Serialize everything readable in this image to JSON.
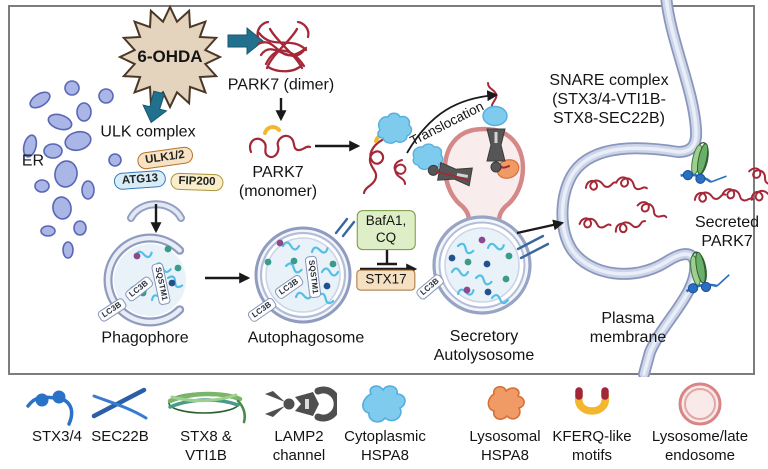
{
  "figure": {
    "type": "secretory autophagy pathway diagram",
    "palette": {
      "teal_arrow": "#20708e",
      "park7_red": "#a42837",
      "star_fill": "#e4d3bd",
      "star_stroke": "#4a3726",
      "er_blue": "#aab6e6",
      "membrane_dark": "#8a96bc",
      "membrane_light": "#ccd5e8",
      "lysosome_pink": "#d48888",
      "hspa8_blue": "#7ecbee",
      "hspa8_orange": "#f09a66",
      "kferq_yellow": "#f2b72e",
      "lamp2_gray": "#4f4f4f",
      "snare_blue": "#2a6fc0",
      "snare_green": "#7ab56a",
      "inhibitor_box_green": "#deeec6",
      "stx17_box_tan": "#f6e0c2"
    }
  },
  "diagram": {
    "stimulus": "6-OHDA",
    "park7_dimer": "PARK7 (dimer)",
    "park7_monomer": "PARK7\n(monomer)",
    "ulk_complex": "ULK complex",
    "er": "ER",
    "pills": {
      "ulk12": "ULK1/2",
      "atg13": "ATG13",
      "fip200": "FIP200"
    },
    "translocation": "Translocation",
    "snare_complex": "SNARE complex\n(STX3/4-VTI1B-\nSTX8-SEC22B)",
    "inhibitors": "BafA1,\nCQ",
    "stx17": "STX17",
    "lc3b": "LC3B",
    "sqstm1": "SQSTM1",
    "phagophore": "Phagophore",
    "autophagosome": "Autophagosome",
    "secretory_autolysosome": "Secretory\nAutolysosome",
    "secreted_park7": "Secreted\nPARK7",
    "plasma_membrane": "Plasma\nmembrane"
  },
  "legend": {
    "items": [
      {
        "icon": "stx34-icon",
        "label": "STX3/4"
      },
      {
        "icon": "sec22b-icon",
        "label": "SEC22B"
      },
      {
        "icon": "stx8-vti1b-icon",
        "label": "STX8 &\nVTI1B"
      },
      {
        "icon": "lamp2-channel-icon",
        "label": "LAMP2\nchannel"
      },
      {
        "icon": "cytoplasmic-hspa8-icon",
        "label": "Cytoplasmic\nHSPA8"
      },
      {
        "icon": "lysosomal-hspa8-icon",
        "label": "Lysosomal\nHSPA8"
      },
      {
        "icon": "kferq-motifs-icon",
        "label": "KFERQ-like\nmotifs"
      },
      {
        "icon": "lysosome-endosome-icon",
        "label": "Lysosome/late\nendosome"
      }
    ]
  }
}
